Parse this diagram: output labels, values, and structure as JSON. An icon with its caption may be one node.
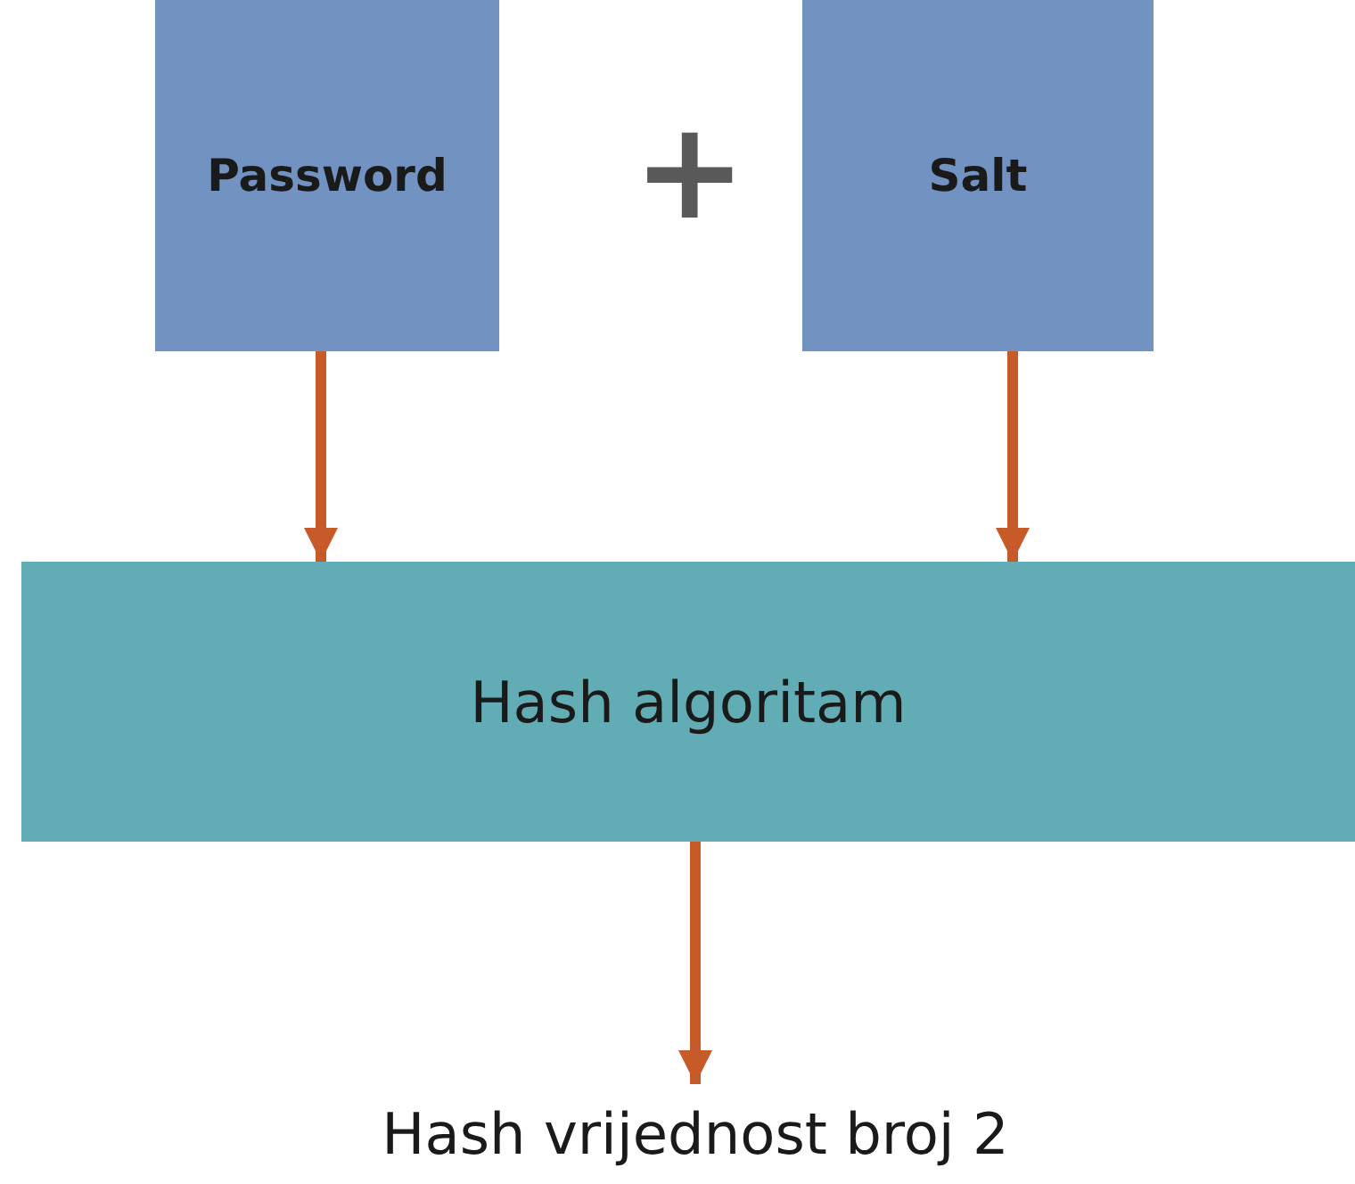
{
  "diagram": {
    "nodes": [
      {
        "text": [
          "Password"
        ]
      },
      {
        "text": [
          "Salt"
        ]
      },
      {
        "text": [
          "Hash algoritam"
        ]
      },
      {
        "text": [
          "Hash vrijednost broj 2"
        ]
      }
    ],
    "edges": [
      {
        "from": 0,
        "to": 2,
        "arrow": "to"
      },
      {
        "from": 1,
        "to": 2,
        "arrow": "to"
      },
      {
        "from": 2,
        "to": 3,
        "arrow": "to"
      }
    ],
    "labels": [
      "+"
    ]
  }
}
